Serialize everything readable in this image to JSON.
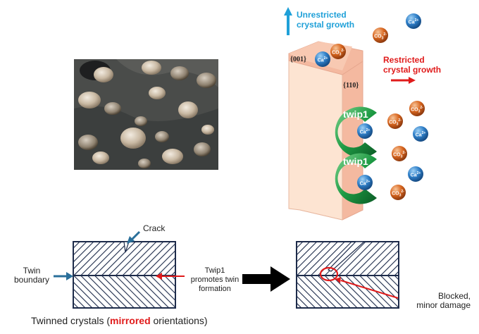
{
  "growth": {
    "unrestricted": [
      "Unrestricted",
      "crystal growth"
    ],
    "restricted": [
      "Restricted",
      "crystal growth"
    ]
  },
  "faces": {
    "top": "{001}",
    "side": "{110}"
  },
  "protein": {
    "label": "twip1"
  },
  "ions": {
    "calcium": "Ca",
    "calcium_charge": "2+",
    "carbonate": "CO",
    "carbonate_sub": "3",
    "carbonate_charge": "2-"
  },
  "crack": {
    "label": "Crack"
  },
  "twin_boundary": {
    "line1": "Twin",
    "line2": "boundary"
  },
  "twip_effect": {
    "line1": "Twip1",
    "line2": "promotes twin",
    "line3": "formation"
  },
  "blocked": {
    "line1": "Blocked,",
    "line2": "minor damage"
  },
  "caption": {
    "before": "Twinned  crystals (",
    "highlight": "mirrored",
    "after": " orientations)"
  },
  "colors": {
    "blue_label": "#1fa0d8",
    "red_label": "#e01b1b",
    "crystal_front": "#fde4d2",
    "crystal_side": "#f4b9a0",
    "calcium_ion": "#2f7fc8",
    "carbonate_ion": "#d8661f",
    "twip_green": "#1e9b44",
    "block_outline": "#1d2b4a",
    "pointer_blue": "#2a6f9a"
  }
}
